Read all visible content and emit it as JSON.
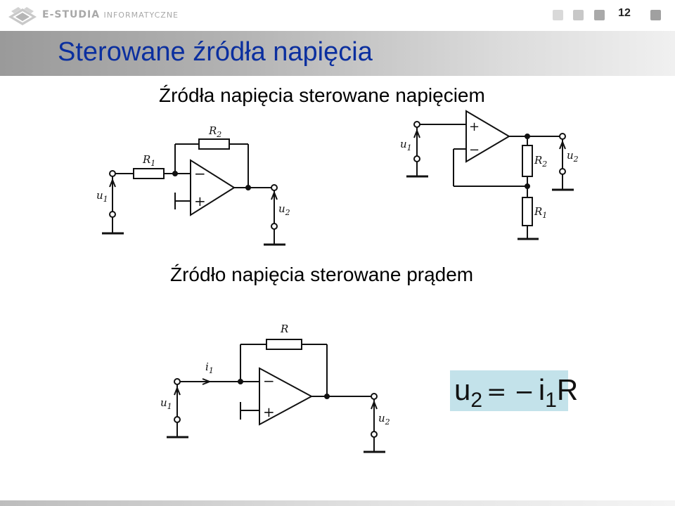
{
  "header": {
    "brand_main": "E-STUDIA",
    "brand_sub": "INFORMATYCZNE",
    "page_number": "12",
    "nav_colors": [
      "#d9d9d9",
      "#c8c8c8",
      "#a9a9a9",
      "#a0a0a0"
    ]
  },
  "title": "Sterowane źródła napięcia",
  "sections": [
    {
      "heading": "Źródła napięcia sterowane napięciem"
    },
    {
      "heading": "Źródło napięcia sterowane prądem"
    }
  ],
  "circuits": {
    "inverting": {
      "labels": {
        "r1": "R",
        "r1_sub": "1",
        "r2": "R",
        "r2_sub": "2",
        "u1": "u",
        "u1_sub": "1",
        "u2": "u",
        "u2_sub": "2"
      },
      "opamp_minus": "−",
      "opamp_plus": "+"
    },
    "noninverting": {
      "labels": {
        "r1": "R",
        "r1_sub": "1",
        "r2": "R",
        "r2_sub": "2",
        "u1": "u",
        "u1_sub": "1",
        "u2": "u",
        "u2_sub": "2"
      },
      "opamp_minus": "−",
      "opamp_plus": "+"
    },
    "transresistance": {
      "labels": {
        "r": "R",
        "i1": "i",
        "i1_sub": "1",
        "u1": "u",
        "u1_sub": "1",
        "u2": "u",
        "u2_sub": "2"
      },
      "opamp_minus": "−",
      "opamp_plus": "+"
    }
  },
  "formula": {
    "lhs": "u",
    "lhs_sub": "2",
    "op": "= −",
    "rhs_i": "i",
    "rhs_sub": "1",
    "rhs_r": "R"
  },
  "colors": {
    "title": "#0b2f9f",
    "formula_bg": "#c3e2ea"
  }
}
